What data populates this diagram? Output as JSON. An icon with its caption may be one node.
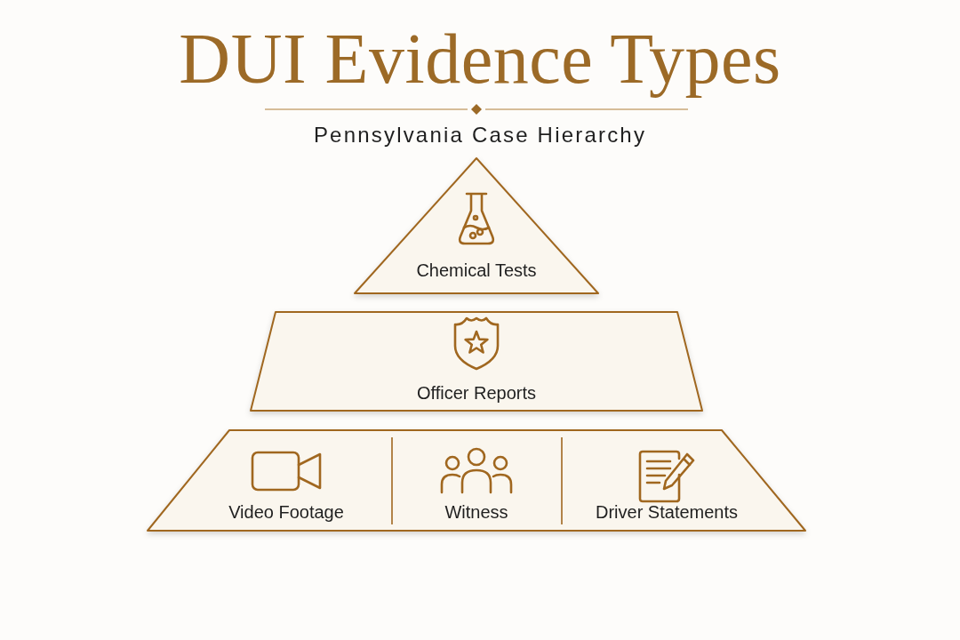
{
  "diagram": {
    "title": "DUI Evidence Types",
    "nodes": [
      {
        "text": [
          "Chemical Tests"
        ]
      },
      {
        "text": [
          "Officer Reports"
        ]
      },
      {
        "text": [],
        "shape": "trapezoid"
      },
      {
        "text": [
          "Video Footage"
        ],
        "in": 2
      },
      {
        "text": [
          "Witness"
        ],
        "in": 2
      },
      {
        "text": [
          "Driver Statements"
        ],
        "in": 2
      }
    ],
    "labels": [
      "Pennsylvania Case Hierarchy"
    ]
  }
}
